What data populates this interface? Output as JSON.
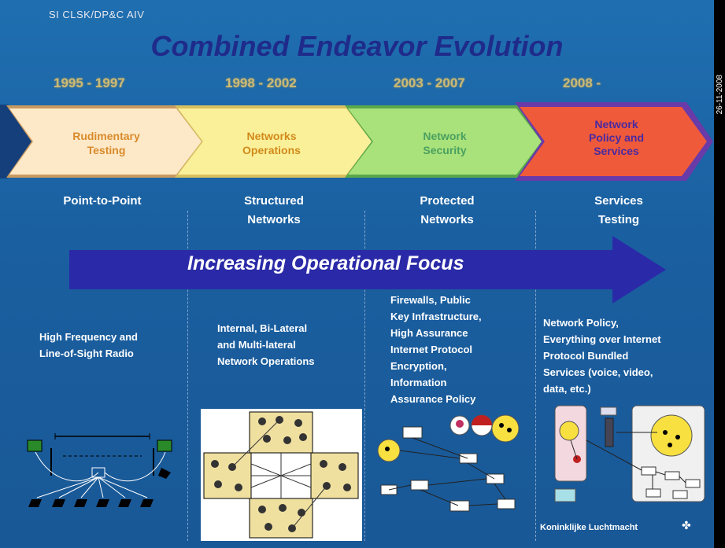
{
  "header": {
    "org_code": "SI CLSK/DP&C AIV",
    "title": "Combined Endeavor Evolution"
  },
  "side": {
    "date": "26-11-2008"
  },
  "phases": [
    {
      "years": "1995 - 1997",
      "label": "Rudimentary\nTesting",
      "caption": "Point-to-Point",
      "fill": "#fde9c8",
      "text_color": "#d98a2a"
    },
    {
      "years": "1998 - 2002",
      "label": "Networks\nOperations",
      "caption": "Structured\nNetworks",
      "fill": "#fbf09a",
      "text_color": "#d08a1a"
    },
    {
      "years": "2003 - 2007",
      "label": "Network\nSecurity",
      "caption": "Protected\nNetworks",
      "fill": "#a9e27a",
      "text_color": "#4aa060"
    },
    {
      "years": "2008 -",
      "label": "Network\nPolicy and\nServices",
      "caption": "Services\nTesting",
      "fill": "#ef5a3a",
      "text_color": "#4a2aa0"
    }
  ],
  "focus_arrow": {
    "label": "Increasing Operational Focus",
    "color": "#2a2aa8"
  },
  "descriptions": [
    "High Frequency  and\nLine-of-Sight Radio",
    "Internal, Bi-Lateral\nand Multi-lateral\nNetwork Operations",
    "Firewalls, Public\nKey Infrastructure,\nHigh Assurance\nInternet Protocol\nEncryption,\nInformation\nAssurance Policy",
    "Network Policy,\nEverything over Internet\nProtocol Bundled\nServices (voice, video,\ndata, etc.)"
  ],
  "footer": {
    "brand": "Koninklijke Luchtmacht"
  },
  "colors": {
    "background": "#1a5fa0",
    "title": "#1f2b8a",
    "year_text": "#e8c870"
  }
}
